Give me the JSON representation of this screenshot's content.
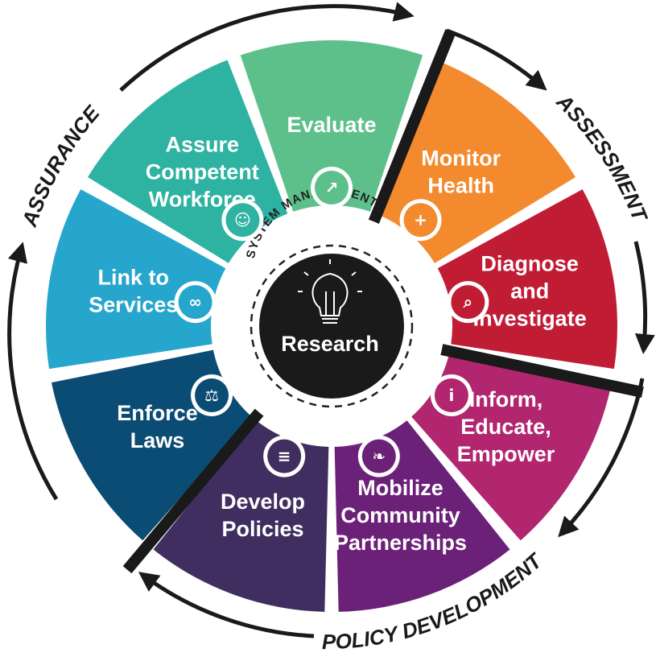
{
  "center": {
    "label": "Research",
    "icon": "lightbulb-icon"
  },
  "ring_text": {
    "system": "SYSTEM MANAGEMENT"
  },
  "phases": {
    "assurance": "ASSURANCE",
    "assessment": "ASSESSMENT",
    "policy": "POLICY DEVELOPMENT"
  },
  "segments": [
    {
      "key": "evaluate",
      "lines": [
        "Evaluate"
      ],
      "color": "#5dc08b",
      "icon": "chart-icon"
    },
    {
      "key": "monitor",
      "lines": [
        "Monitor",
        "Health"
      ],
      "color": "#f38a2e",
      "icon": "plus-icon"
    },
    {
      "key": "diagnose",
      "lines": [
        "Diagnose",
        "and",
        "Investigate"
      ],
      "color": "#c01d35",
      "icon": "magnifier-icon"
    },
    {
      "key": "inform",
      "lines": [
        "Inform,",
        "Educate,",
        "Empower"
      ],
      "color": "#b2266f",
      "icon": "info-icon"
    },
    {
      "key": "mobilize",
      "lines": [
        "Mobilize",
        "Community",
        "Partnerships"
      ],
      "color": "#6b2178",
      "icon": "handshake-icon"
    },
    {
      "key": "develop",
      "lines": [
        "Develop",
        "Policies"
      ],
      "color": "#3f2e5f",
      "icon": "scroll-icon"
    },
    {
      "key": "enforce",
      "lines": [
        "Enforce",
        "Laws"
      ],
      "color": "#0b4c74",
      "icon": "scales-icon"
    },
    {
      "key": "link",
      "lines": [
        "Link to",
        "Services"
      ],
      "color": "#27a6cd",
      "icon": "chain-link-icon"
    },
    {
      "key": "assure",
      "lines": [
        "Assure",
        "Competent",
        "Workforce"
      ],
      "color": "#2eb3a2",
      "icon": "people-icon"
    }
  ]
}
